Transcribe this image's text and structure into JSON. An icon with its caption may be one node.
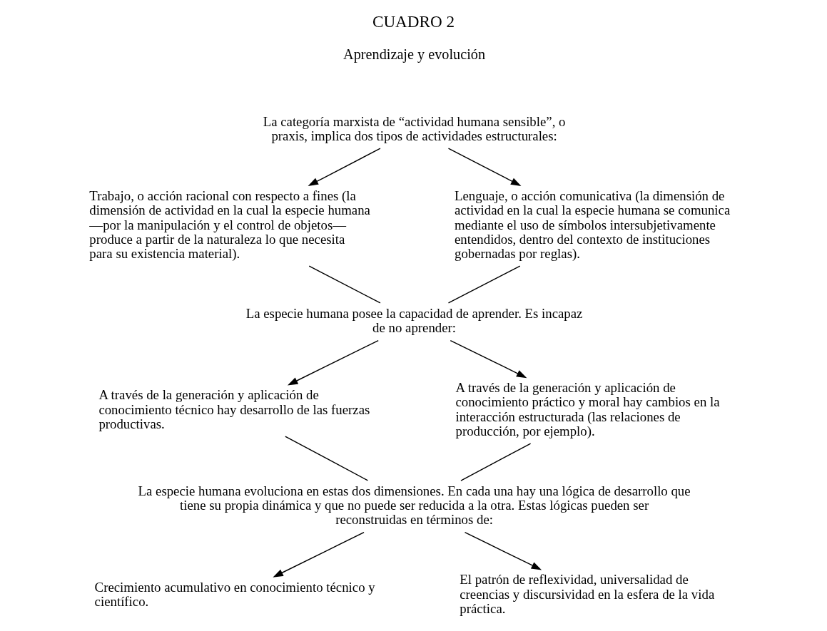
{
  "diagram": {
    "title": "CUADRO 2",
    "nodes": [
      {
        "text": [
          "La categoría marxista de “actividad humana sensible”, o praxis, implica dos tipos de actividades estructurales:"
        ]
      },
      {
        "text": [
          "Trabajo, o acción racional con respecto a fines (la dimensión de actividad en la cual la especie humana —por la manipulación y el control de objetos— produce a partir de la naturaleza lo que necesita para su existencia material)."
        ]
      },
      {
        "text": [
          "Lenguaje, o acción comunicativa (la dimensión de actividad en la cual la especie humana se comunica mediante el uso de símbolos intersubjetivamente entendidos, dentro del contexto de instituciones gobernadas por reglas)."
        ]
      },
      {
        "text": [
          "La especie humana posee la capacidad de aprender. Es incapaz de no aprender:"
        ]
      },
      {
        "text": [
          "A través de la generación y aplicación de conocimiento técnico hay desarrollo de las fuerzas productivas."
        ]
      },
      {
        "text": [
          "A través de la generación y aplicación de conocimiento práctico y moral hay cambios en la interacción estructurada (las relaciones de producción, por ejemplo)."
        ]
      },
      {
        "text": [
          "La especie humana evoluciona en estas dos dimensiones. En cada una hay una lógica de desarrollo que tiene su propia dinámica y que no puede ser reducida a la otra. Estas lógicas pueden ser reconstruidas en términos de:"
        ]
      },
      {
        "text": [
          "Crecimiento acumulativo en conocimiento técnico y científico."
        ]
      },
      {
        "text": [
          "El patrón de reflexividad, universalidad de creencias y discursividad en la esfera de la vida práctica."
        ]
      }
    ],
    "edges": [
      {
        "from": 0,
        "to": 1,
        "arrow": "to"
      },
      {
        "from": 0,
        "to": 2,
        "arrow": "to"
      },
      {
        "from": 1,
        "to": 3,
        "arrow": "none"
      },
      {
        "from": 2,
        "to": 3,
        "arrow": "none"
      },
      {
        "from": 3,
        "to": 4,
        "arrow": "to"
      },
      {
        "from": 3,
        "to": 5,
        "arrow": "to"
      },
      {
        "from": 4,
        "to": 6,
        "arrow": "none"
      },
      {
        "from": 5,
        "to": 6,
        "arrow": "none"
      },
      {
        "from": 6,
        "to": 7,
        "arrow": "to"
      },
      {
        "from": 6,
        "to": 8,
        "arrow": "to"
      }
    ],
    "labels": [
      "Aprendizaje y evolución"
    ]
  }
}
